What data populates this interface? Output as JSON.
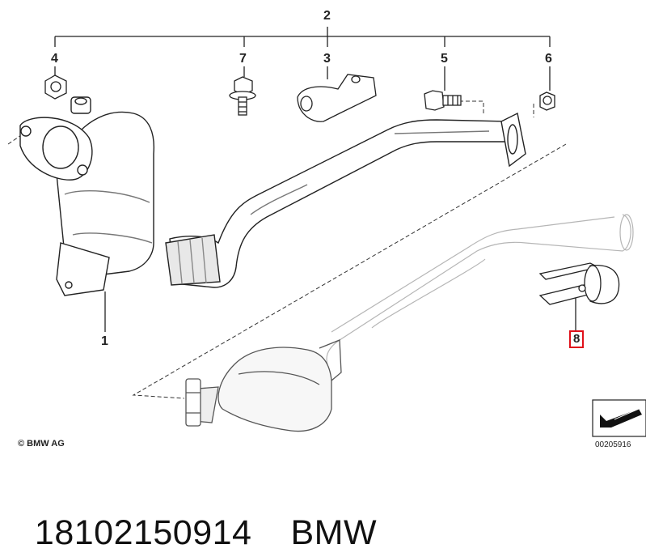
{
  "diagram": {
    "callouts": {
      "c1": "1",
      "c2": "2",
      "c3": "3",
      "c4": "4",
      "c5": "5",
      "c6": "6",
      "c7": "7",
      "c8": "8"
    },
    "highlight_color": "#e0101a",
    "copyright": "© BMW AG",
    "document_number": "00205916"
  },
  "footer": {
    "part_number": "18102150914",
    "brand": "BMW"
  }
}
